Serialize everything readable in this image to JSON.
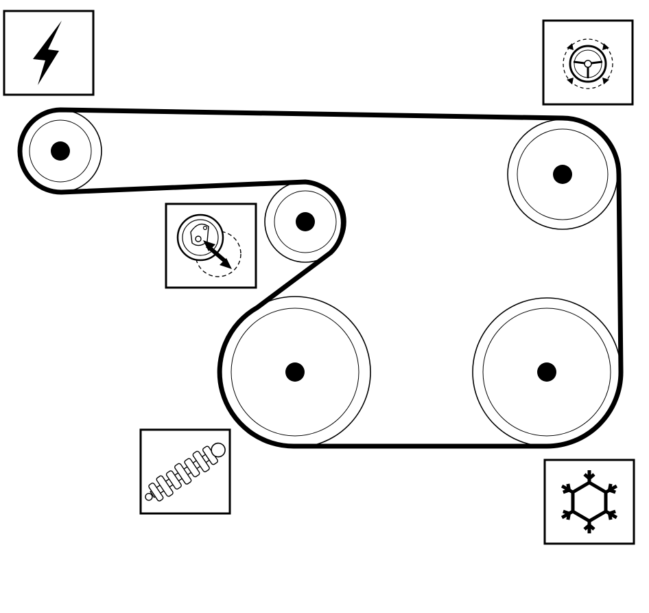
{
  "diagram": {
    "type": "serpentine-belt-routing",
    "pulleys": [
      {
        "id": "alternator",
        "icon": "lightning-bolt-icon"
      },
      {
        "id": "power-steering",
        "icon": "steering-wheel-icon"
      },
      {
        "id": "tensioner",
        "icon": "tensioner-icon"
      },
      {
        "id": "crankshaft",
        "icon": "crankshaft-icon"
      },
      {
        "id": "ac-compressor",
        "icon": "snowflake-icon"
      }
    ],
    "colors": {
      "line": "#000000",
      "background": "#ffffff"
    }
  }
}
